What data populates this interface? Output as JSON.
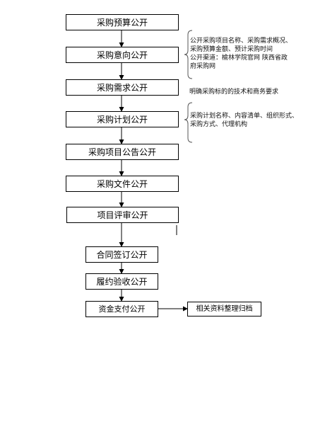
{
  "flow": {
    "steps": [
      "采购预算公开",
      "采购意向公开",
      "采购需求公开",
      "采购计划公开",
      "采购项目公告公开",
      "采购文件公开",
      "项目评审公开",
      "合同签订公开",
      "履约验收公开",
      "资金支付公开"
    ],
    "archive_step": "相关资料整理归档"
  },
  "notes": {
    "intent_lines": [
      "公开采购项目名称、采购需求概况、",
      "采购预算金额、预计采购时间",
      "公开渠道：榆林学院官网  陕西省政",
      "府采购网"
    ],
    "demand_line": "明确采购标的的技术和商务要求",
    "plan_lines": [
      "采购计划名称、内容清单、组织形式、",
      "采购方式、代理机构"
    ]
  }
}
